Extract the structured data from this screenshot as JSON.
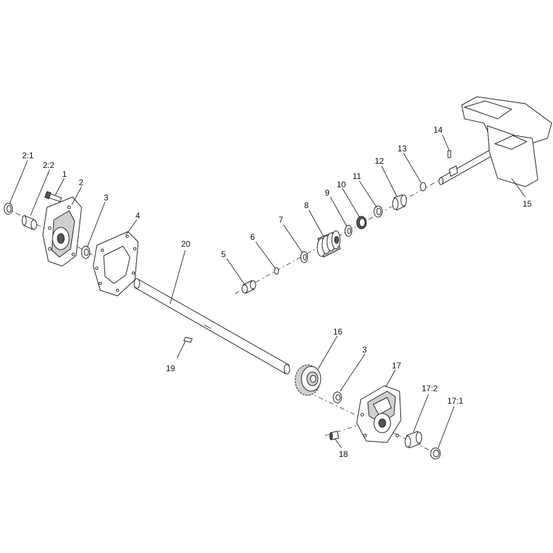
{
  "callouts": {
    "c2_1": "2:1",
    "c2_2": "2:2",
    "c1": "1",
    "c2": "2",
    "c3a": "3",
    "c4": "4",
    "c5": "5",
    "c6": "6",
    "c7": "7",
    "c8": "8",
    "c9": "9",
    "c10": "10",
    "c11": "11",
    "c12": "12",
    "c13": "13",
    "c14": "14",
    "c15": "15",
    "c16": "16",
    "c3b": "3",
    "c17": "17",
    "c17_2": "17:2",
    "c17_1": "17:1",
    "c18": "18",
    "c19": "19",
    "c20": "20"
  }
}
